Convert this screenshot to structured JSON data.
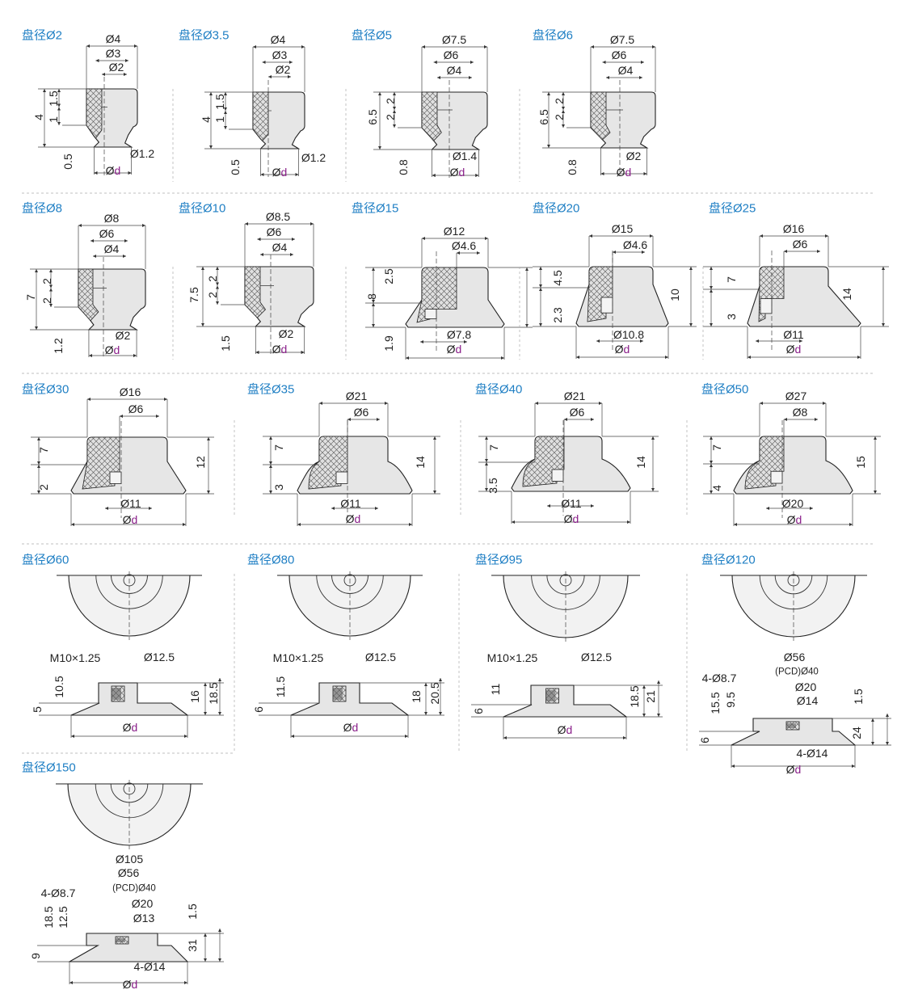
{
  "colors": {
    "title": "#1f7fc4",
    "d_symbol": "#8a1f8a",
    "body_fill": "#e6e6e6",
    "line": "#333333"
  },
  "cells": [
    {
      "title": "盘径Ø2",
      "labels": [
        "Ø4",
        "Ø3",
        "Ø2",
        "1.5",
        "4",
        "1",
        "0.5",
        "Ø1.2",
        "Ød"
      ]
    },
    {
      "title": "盘径Ø3.5",
      "labels": [
        "Ø4",
        "Ø3",
        "Ø2",
        "1.5",
        "4",
        "1",
        "0.5",
        "Ø1.2",
        "Ød"
      ]
    },
    {
      "title": "盘径Ø5",
      "labels": [
        "Ø7.5",
        "Ø6",
        "Ø4",
        "2",
        "6.5",
        "2",
        "0.8",
        "Ø1.4",
        "Ød"
      ]
    },
    {
      "title": "盘径Ø6",
      "labels": [
        "Ø7.5",
        "Ø6",
        "Ø4",
        "2",
        "6.5",
        "2",
        "0.8",
        "Ø2",
        "Ød"
      ]
    },
    {
      "title": "盘径Ø8",
      "labels": [
        "Ø8",
        "Ø6",
        "Ø4",
        "2",
        "7",
        "2",
        "1.2",
        "Ø2",
        "Ød"
      ]
    },
    {
      "title": "盘径Ø10",
      "labels": [
        "Ø8.5",
        "Ø6",
        "Ø4",
        "2",
        "7.5",
        "2",
        "1.5",
        "Ø2",
        "Ød"
      ]
    },
    {
      "title": "盘径Ø15",
      "labels": [
        "Ø12",
        "Ø4.6",
        "2.5",
        "8",
        "1.9",
        "Ø7.8",
        "Ød"
      ]
    },
    {
      "title": "盘径Ø20",
      "labels": [
        "Ø15",
        "Ø4.6",
        "4.5",
        "10",
        "2.3",
        "Ø10.8",
        "Ød"
      ]
    },
    {
      "title": "盘径Ø25",
      "labels": [
        "Ø16",
        "Ø6",
        "7",
        "14",
        "3",
        "Ø11",
        "Ød"
      ]
    },
    {
      "title": "盘径Ø30",
      "labels": [
        "Ø16",
        "Ø6",
        "7",
        "12",
        "2",
        "Ø11",
        "Ød"
      ]
    },
    {
      "title": "盘径Ø35",
      "labels": [
        "Ø21",
        "Ø6",
        "7",
        "14",
        "3",
        "Ø11",
        "Ød"
      ]
    },
    {
      "title": "盘径Ø40",
      "labels": [
        "Ø21",
        "Ø6",
        "7",
        "14",
        "3.5",
        "Ø11",
        "Ød"
      ]
    },
    {
      "title": "盘径Ø50",
      "labels": [
        "Ø27",
        "Ø8",
        "7",
        "15",
        "4",
        "Ø20",
        "Ød"
      ]
    },
    {
      "title": "盘径Ø60",
      "labels": [
        "M10×1.25",
        "Ø12.5",
        "10.5",
        "5",
        "16",
        "18.5",
        "Ød"
      ]
    },
    {
      "title": "盘径Ø80",
      "labels": [
        "M10×1.25",
        "Ø12.5",
        "11.5",
        "6",
        "18",
        "20.5",
        "Ød"
      ]
    },
    {
      "title": "盘径Ø95",
      "labels": [
        "M10×1.25",
        "Ø12.5",
        "11",
        "6",
        "18.5",
        "21",
        "Ød"
      ]
    },
    {
      "title": "盘径Ø120",
      "labels": [
        "Ø56",
        "4-Ø8.7",
        "(PCD)Ø40",
        "Ø20",
        "Ø14",
        "15.5",
        "9.5",
        "1.5",
        "24",
        "6",
        "4-Ø14",
        "Ød"
      ]
    },
    {
      "title": "盘径Ø150",
      "labels": [
        "Ø105",
        "Ø56",
        "4-Ø8.7",
        "(PCD)Ø40",
        "Ø20",
        "Ø13",
        "18.5",
        "12.5",
        "1.5",
        "31",
        "9",
        "4-Ø14",
        "Ød"
      ]
    }
  ]
}
